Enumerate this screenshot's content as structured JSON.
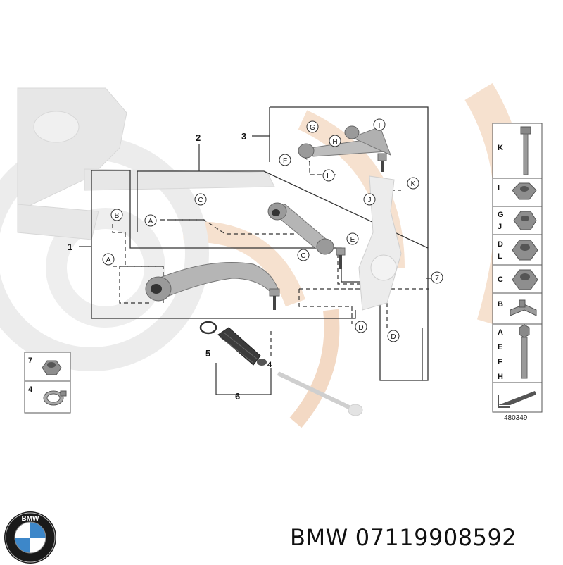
{
  "diagram": {
    "figure_number": "480349",
    "callouts": [
      "1",
      "2",
      "3",
      "4",
      "5",
      "6",
      "7"
    ],
    "circle_labels": {
      "b1": "B",
      "a1": "A",
      "a2": "A",
      "c1": "C",
      "c2": "C",
      "e1": "E",
      "g1": "G",
      "h1": "H",
      "i1": "I",
      "f1": "F",
      "l1": "L",
      "j1": "J",
      "k1": "K",
      "d1": "D",
      "d2": "D",
      "n7": "7",
      "n4": "4"
    },
    "right_legend": [
      {
        "letters": "K"
      },
      {
        "letters": "I"
      },
      {
        "letters": "G\nJ"
      },
      {
        "letters": "D\nL"
      },
      {
        "letters": "C"
      },
      {
        "letters": "B"
      },
      {
        "letters": "A\nE\nF\nH"
      }
    ],
    "left_legend": [
      {
        "number": "7"
      },
      {
        "number": "4"
      }
    ]
  },
  "footer": {
    "brand": "BMW",
    "part_number": "07119908592",
    "logo_letters": "BMW"
  },
  "colors": {
    "frame": "#333333",
    "background_parts": "#e9e9e9",
    "watermark": "#f6e1cf",
    "part_gray": "#b9b9b9",
    "logo_blue": "#3d87c9"
  }
}
